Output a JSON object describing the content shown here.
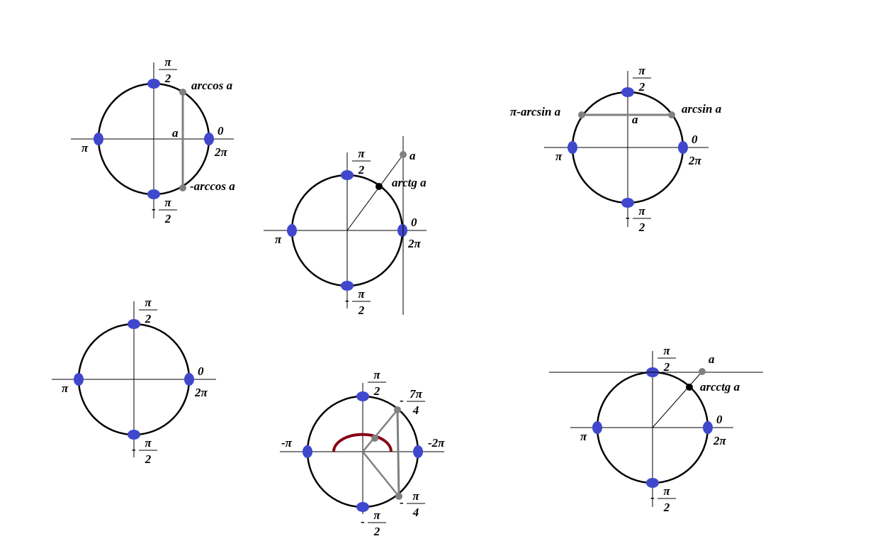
{
  "colors": {
    "circle": "#000000",
    "axis": "#000000",
    "marker": "#3f48cc",
    "point": "#808080",
    "highlight": "#000000",
    "arc": "#880015"
  },
  "diagrams": [
    {
      "name": "arccos-circle",
      "top": {
        "num": "π",
        "den": "2"
      },
      "zero": "0",
      "two_pi": "2π",
      "pi": "π",
      "bottom": {
        "minus": "-",
        "num": "π",
        "den": "2"
      },
      "a_label": "a",
      "upper_label": "arccos a",
      "lower_label": "-arccos a"
    },
    {
      "name": "arctg-circle",
      "top": {
        "num": "π",
        "den": "2"
      },
      "zero": "0",
      "two_pi": "2π",
      "pi": "π",
      "bottom": {
        "minus": "-",
        "num": "π",
        "den": "2"
      },
      "a_label": "a",
      "point_label": "arctg a"
    },
    {
      "name": "arcsin-circle",
      "top": {
        "num": "π",
        "den": "2"
      },
      "zero": "0",
      "two_pi": "2π",
      "pi": "π",
      "bottom": {
        "minus": "-",
        "num": "π",
        "den": "2"
      },
      "a_label": "a",
      "right_label": "arcsin a",
      "left_label": "π-arcsin a"
    },
    {
      "name": "blank-circle",
      "top": {
        "num": "π",
        "den": "2"
      },
      "zero": "0",
      "two_pi": "2π",
      "pi": "π",
      "bottom": {
        "minus": "-",
        "num": "π",
        "den": "2"
      }
    },
    {
      "name": "negative-circle",
      "top": {
        "num": "π",
        "den": "2"
      },
      "right": "-2π",
      "left": "-π",
      "bottom": {
        "minus": "-",
        "num": "π",
        "den": "2"
      },
      "upper_point": {
        "minus": "-",
        "num": "7π",
        "den": "4"
      },
      "lower_point": {
        "minus": "-",
        "num": "π",
        "den": "4"
      }
    },
    {
      "name": "arcctg-circle",
      "top": {
        "num": "π",
        "den": "2"
      },
      "zero": "0",
      "two_pi": "2π",
      "pi": "π",
      "bottom": {
        "minus": "-",
        "num": "π",
        "den": "2"
      },
      "a_label": "a",
      "point_label": "arcctg a"
    }
  ]
}
